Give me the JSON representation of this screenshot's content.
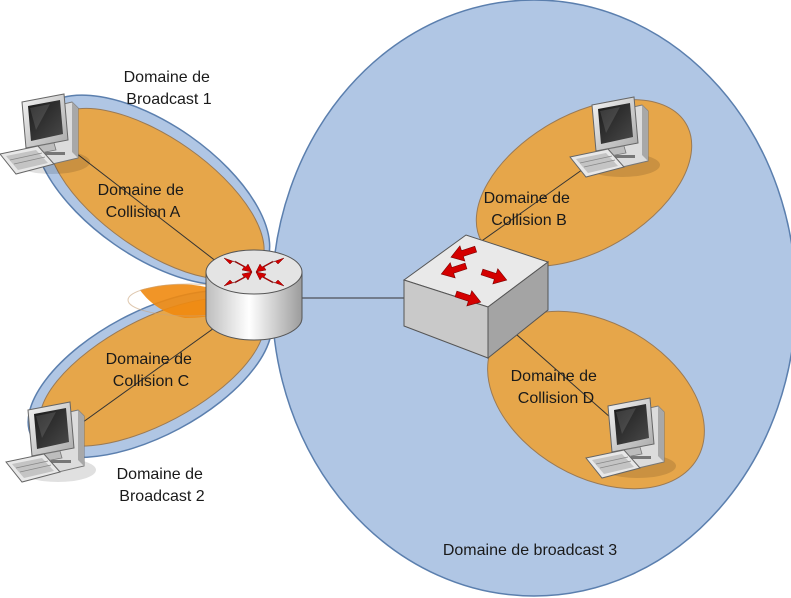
{
  "colors": {
    "broadcast_fill": "#b0c6e4",
    "broadcast_stroke": "#5b7fae",
    "collision_fill": "#e6a64a",
    "collision_stroke": "#9a7a55",
    "overlap_fill": "#f08a10",
    "link": "#333333",
    "arrow": "#d40000"
  },
  "labels": {
    "broadcast_1": [
      "Domaine de",
      "Broadcast 1"
    ],
    "broadcast_2": [
      "Domaine de",
      "Broadcast 2"
    ],
    "broadcast_3": "Domaine de broadcast 3",
    "collision_a": [
      "Domaine de",
      "Collision A"
    ],
    "collision_b": [
      "Domaine de",
      "Collision B"
    ],
    "collision_c": [
      "Domaine de",
      "Collision C"
    ],
    "collision_d": [
      "Domaine de",
      "Collision D"
    ]
  },
  "devices": {
    "router": "router-icon",
    "switch": "switch-icon",
    "computer": "computer-icon"
  }
}
